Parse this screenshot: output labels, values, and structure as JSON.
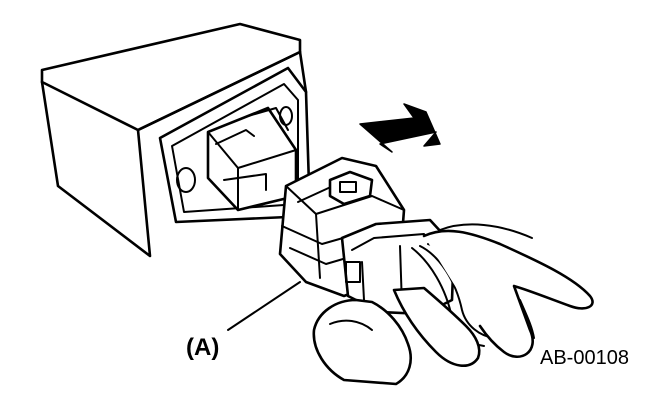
{
  "callout_label": "(A)",
  "figure_code": "AB-00108",
  "colors": {
    "ink": "#000000",
    "paper": "#ffffff"
  },
  "arrow_direction": "insert-toward-unit"
}
